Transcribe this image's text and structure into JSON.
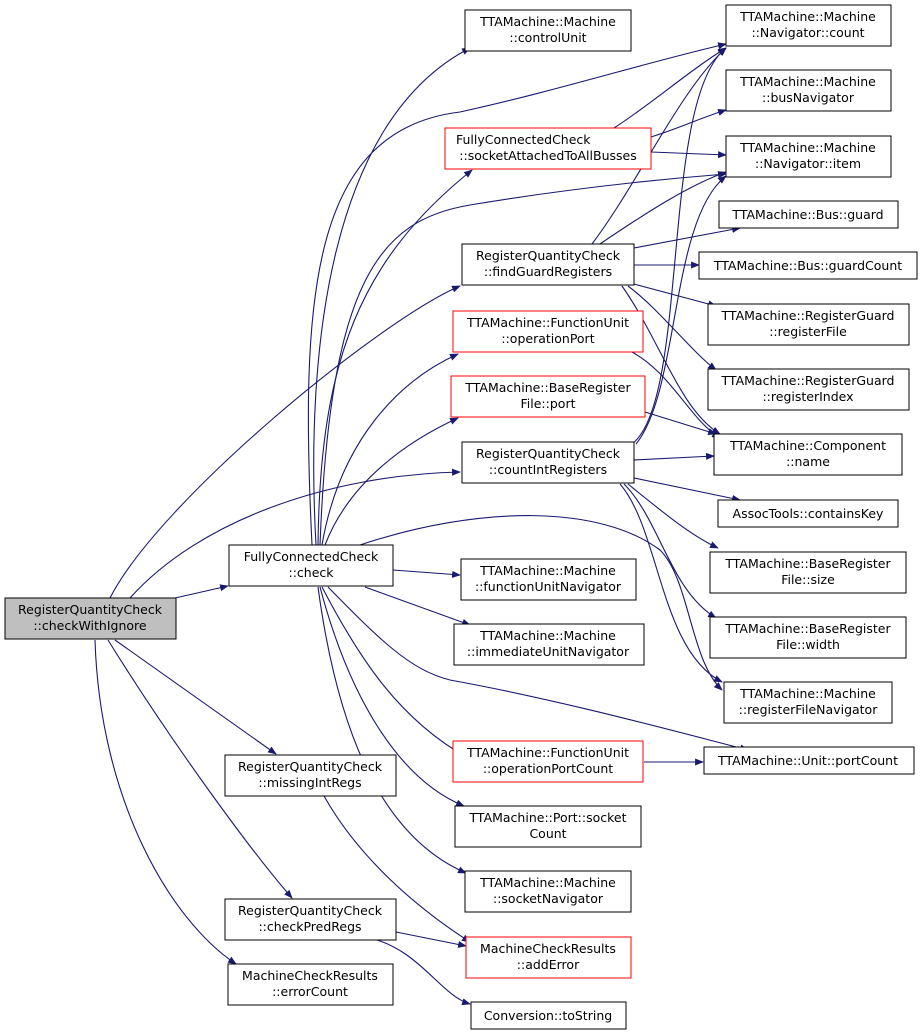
{
  "colors": {
    "edge": "#191970",
    "root_fill": "#bfbfbf",
    "normal_border": "#000000",
    "truncated_border": "#ff0000"
  },
  "nodes": {
    "root": {
      "line1": "RegisterQuantityCheck",
      "line2": "::checkWithIgnore"
    },
    "fc_check": {
      "line1": "FullyConnectedCheck",
      "line2": "::check"
    },
    "missing_int_regs": {
      "line1": "RegisterQuantityCheck",
      "line2": "::missingIntRegs"
    },
    "check_pred_regs": {
      "line1": "RegisterQuantityCheck",
      "line2": "::checkPredRegs"
    },
    "error_count": {
      "line1": "MachineCheckResults",
      "line2": "::errorCount"
    },
    "control_unit": {
      "line1": "TTAMachine::Machine",
      "line2": "::controlUnit"
    },
    "socket_attached": {
      "line1": "FullyConnectedCheck",
      "line2": "::socketAttachedToAllBusses"
    },
    "find_guard_regs": {
      "line1": "RegisterQuantityCheck",
      "line2": "::findGuardRegisters"
    },
    "fu_operation_port": {
      "line1": "TTAMachine::FunctionUnit",
      "line2": "::operationPort"
    },
    "brf_port": {
      "line1": "TTAMachine::BaseRegister",
      "line2": "File::port"
    },
    "count_int_regs": {
      "line1": "RegisterQuantityCheck",
      "line2": "::countIntRegisters"
    },
    "fu_navigator": {
      "line1": "TTAMachine::Machine",
      "line2": "::functionUnitNavigator"
    },
    "iu_navigator": {
      "line1": "TTAMachine::Machine",
      "line2": "::immediateUnitNavigator"
    },
    "fu_op_port_count": {
      "line1": "TTAMachine::FunctionUnit",
      "line2": "::operationPortCount"
    },
    "port_socket_count": {
      "line1": "TTAMachine::Port::socket",
      "line2": "Count"
    },
    "socket_navigator": {
      "line1": "TTAMachine::Machine",
      "line2": "::socketNavigator"
    },
    "add_error": {
      "line1": "MachineCheckResults",
      "line2": "::addError"
    },
    "to_string": {
      "line1": "Conversion::toString",
      "line2": ""
    },
    "nav_count": {
      "line1": "TTAMachine::Machine",
      "line2": "::Navigator::count"
    },
    "bus_navigator": {
      "line1": "TTAMachine::Machine",
      "line2": "::busNavigator"
    },
    "nav_item": {
      "line1": "TTAMachine::Machine",
      "line2": "::Navigator::item"
    },
    "bus_guard": {
      "line1": "TTAMachine::Bus::guard",
      "line2": ""
    },
    "bus_guard_count": {
      "line1": "TTAMachine::Bus::guardCount",
      "line2": ""
    },
    "rg_register_file": {
      "line1": "TTAMachine::RegisterGuard",
      "line2": "::registerFile"
    },
    "rg_register_index": {
      "line1": "TTAMachine::RegisterGuard",
      "line2": "::registerIndex"
    },
    "component_name": {
      "line1": "TTAMachine::Component",
      "line2": "::name"
    },
    "contains_key": {
      "line1": "AssocTools::containsKey",
      "line2": ""
    },
    "brf_size": {
      "line1": "TTAMachine::BaseRegister",
      "line2": "File::size"
    },
    "brf_width": {
      "line1": "TTAMachine::BaseRegister",
      "line2": "File::width"
    },
    "rf_navigator": {
      "line1": "TTAMachine::Machine",
      "line2": "::registerFileNavigator"
    },
    "unit_port_count": {
      "line1": "TTAMachine::Unit::portCount",
      "line2": ""
    }
  }
}
